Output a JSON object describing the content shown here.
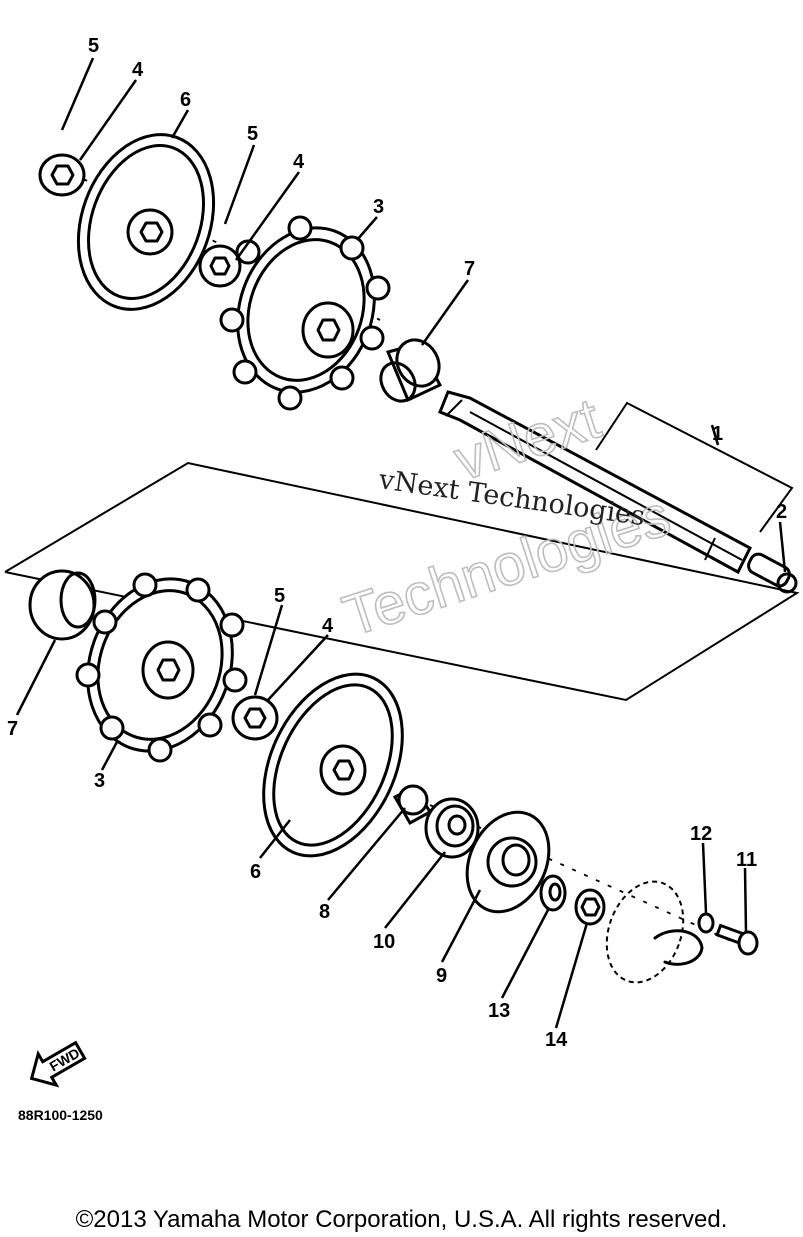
{
  "diagram": {
    "drawing_code": "88R100-1250",
    "fwd_label": "FWD",
    "callouts": {
      "c1": "1",
      "c2": "2",
      "c3a": "3",
      "c3b": "3",
      "c4a": "4",
      "c4b": "4",
      "c4c": "4",
      "c5a": "5",
      "c5b": "5",
      "c5c": "5",
      "c6a": "6",
      "c6b": "6",
      "c7a": "7",
      "c7b": "7",
      "c8": "8",
      "c9": "9",
      "c10": "10",
      "c11": "11",
      "c12": "12",
      "c13": "13",
      "c14": "14"
    },
    "watermark": {
      "text_line": "vNext Technologies",
      "outline_1": "vNext",
      "outline_2": "Technologies"
    }
  },
  "footer": {
    "copyright": "©2013 Yamaha Motor Corporation, U.S.A. All rights reserved."
  }
}
